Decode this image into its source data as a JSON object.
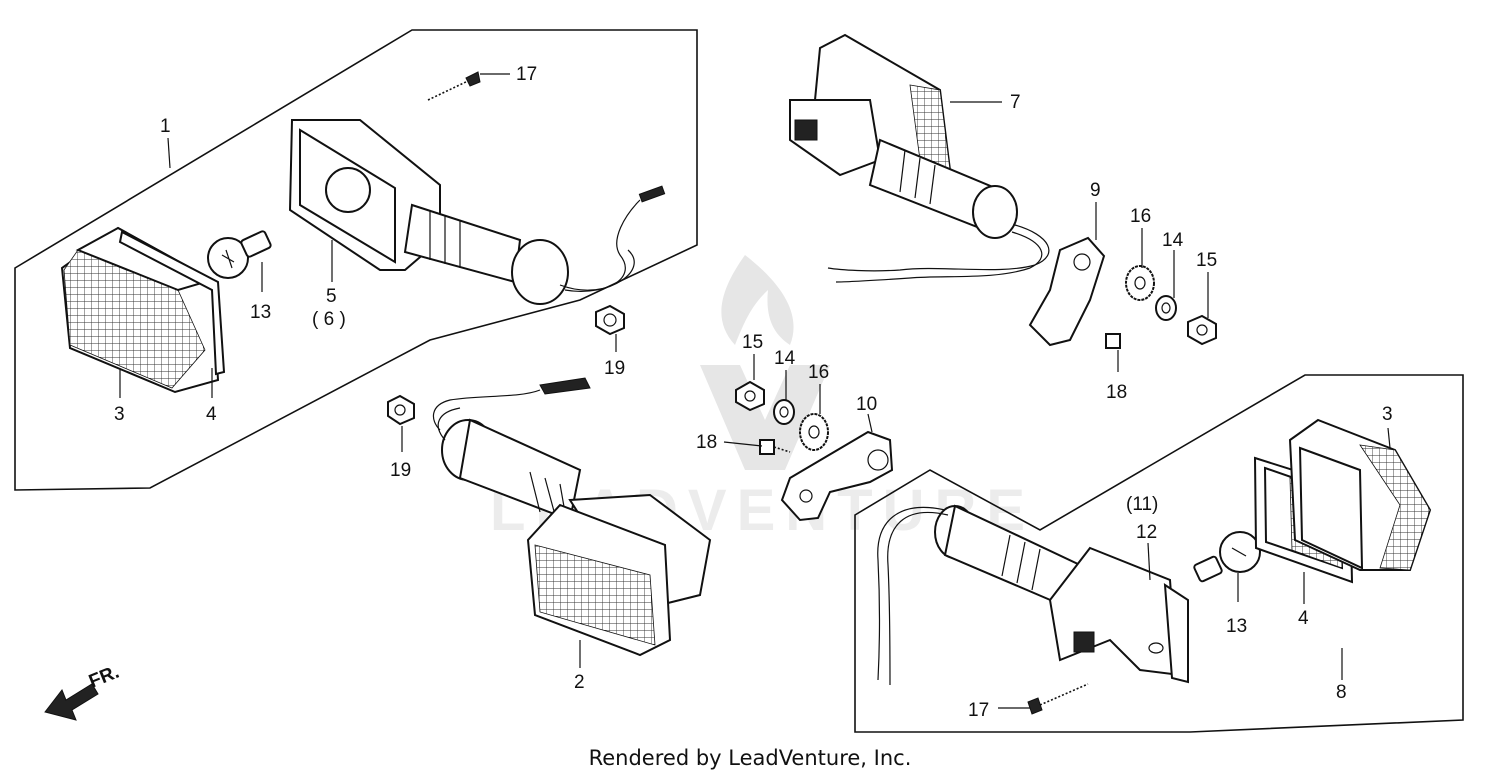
{
  "diagram": {
    "callouts": {
      "c1": "1",
      "c2": "2",
      "c3a": "3",
      "c3b": "3",
      "c4a": "4",
      "c4b": "4",
      "c5": "5",
      "c6": "( 6 )",
      "c7": "7",
      "c8": "8",
      "c9": "9",
      "c10": "10",
      "c11": "(11)",
      "c12": "12",
      "c13a": "13",
      "c13b": "13",
      "c14a": "14",
      "c14b": "14",
      "c15a": "15",
      "c15b": "15",
      "c16a": "16",
      "c16b": "16",
      "c17a": "17",
      "c17b": "17",
      "c18a": "18",
      "c18b": "18",
      "c19a": "19",
      "c19b": "19"
    },
    "front_indicator": "FR.",
    "watermark_text": "LEADVENTURE"
  },
  "footer": {
    "text": "Rendered by LeadVenture, Inc."
  }
}
